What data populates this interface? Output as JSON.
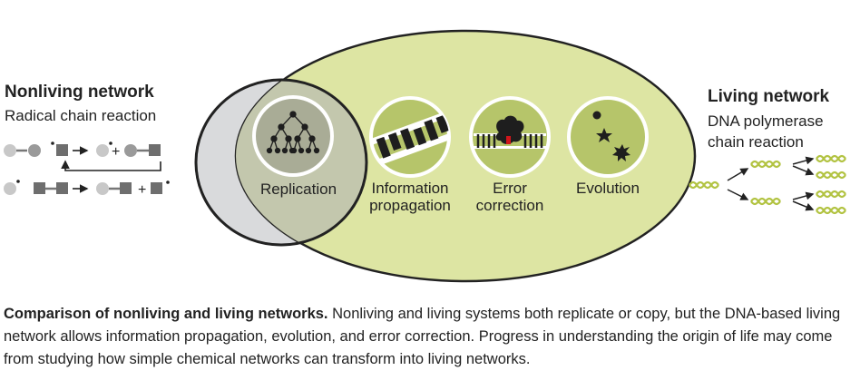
{
  "nonliving": {
    "title": "Nonliving network",
    "subtitle": "Radical chain reaction",
    "plus_1": "+",
    "plus_2": "+"
  },
  "living": {
    "title": "Living network",
    "subtitle_line1": "DNA polymerase",
    "subtitle_line2": "chain reaction"
  },
  "circles": {
    "replication": "Replication",
    "information_line1": "Information",
    "information_line2": "propagation",
    "error_line1": "Error",
    "error_line2": "correction",
    "evolution": "Evolution"
  },
  "caption": {
    "bold": "Comparison of nonliving and living networks.",
    "text": " Nonliving and living systems both replicate or copy, but the DNA-based living network allows information propagation, evolution, and error correction. Progress in understanding the origin of life may come from studying how simple chemical networks can transform into living networks."
  },
  "colors": {
    "living_fill": "#dde5a3",
    "nonliving_fill": "#d9dadc",
    "inner_circle": "#b6c56a",
    "replication_circle": "#a9ac96",
    "dna_green": "#b2c342",
    "dark": "#1e1e1e",
    "gray_square": "#6e6e6e",
    "gray_dot": "#b8b8b8"
  }
}
